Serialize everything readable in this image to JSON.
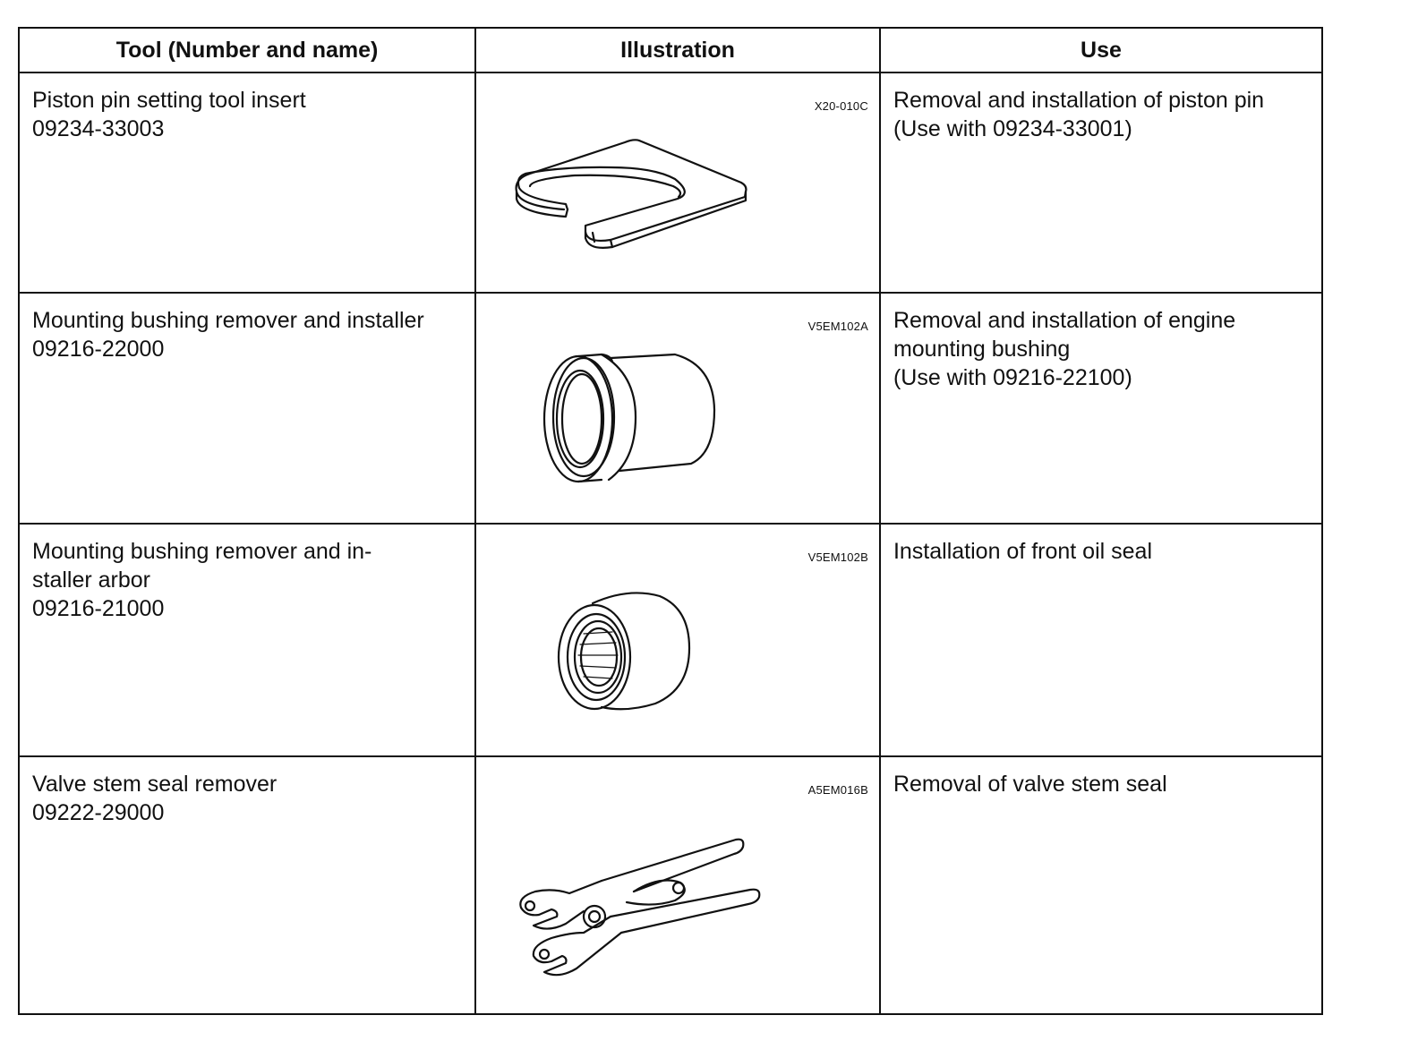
{
  "table": {
    "headers": {
      "tool": "Tool (Number and name)",
      "illustration": "Illustration",
      "use": "Use"
    },
    "rows": [
      {
        "tool_name_lines": [
          "Piston pin setting tool insert"
        ],
        "tool_number": "09234-33003",
        "figure_code": "X20-010C",
        "illustration_icon": "piston-pin-setting-insert-icon",
        "use_lines": [
          "Removal and installation of piston pin",
          "(Use with 09234-33001)"
        ]
      },
      {
        "tool_name_lines": [
          "Mounting bushing remover and installer"
        ],
        "tool_number": "09216-22000",
        "figure_code": "V5EM102A",
        "illustration_icon": "bushing-remover-installer-icon",
        "use_lines": [
          "Removal and installation of engine",
          "mounting bushing",
          "(Use with 09216-22100)"
        ]
      },
      {
        "tool_name_lines": [
          "Mounting bushing remover and in-",
          "staller arbor"
        ],
        "tool_number": "09216-21000",
        "figure_code": "V5EM102B",
        "illustration_icon": "installer-arbor-icon",
        "use_lines": [
          "Installation of front oil seal"
        ]
      },
      {
        "tool_name_lines": [
          "Valve stem seal remover"
        ],
        "tool_number": "09222-29000",
        "figure_code": "A5EM016B",
        "illustration_icon": "valve-stem-seal-pliers-icon",
        "use_lines": [
          "Removal of valve stem seal"
        ]
      }
    ]
  }
}
